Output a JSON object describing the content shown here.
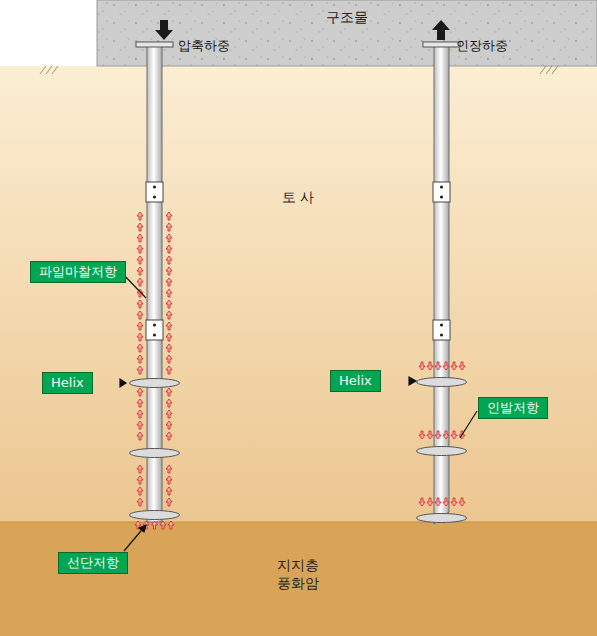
{
  "diagram": {
    "nodes": [
      {
        "text": [
          "구조물"
        ]
      },
      {
        "text": [
          "토 사"
        ]
      },
      {
        "text": [
          "파일마찰저항"
        ],
        "in": 1
      },
      {
        "text": [
          "Helix"
        ],
        "in": 1
      },
      {
        "text": [
          "Helix"
        ],
        "in": 1
      },
      {
        "text": [
          "인발저항"
        ],
        "in": 1
      },
      {
        "text": [
          "지지층 풍화암"
        ]
      },
      {
        "text": [
          "선단저항"
        ],
        "in": 6
      }
    ],
    "labels": [
      "압축하중",
      "인장하중"
    ]
  }
}
